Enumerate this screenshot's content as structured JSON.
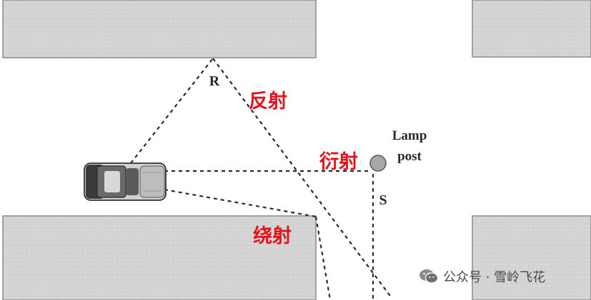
{
  "labels": {
    "reflection_point": "R",
    "reflection": "反射",
    "diffraction": "衍射",
    "detour": "绕射",
    "lamp_post_line1": "Lamp",
    "lamp_post_line2": "post",
    "scatter_point": "S"
  },
  "watermark": {
    "text": "公众号 · 雪岭飞花",
    "icon": "wechat-icon"
  },
  "colors": {
    "building": "#d4d4d4",
    "building_edge": "#8a8a8a",
    "path": "#2b2b2b",
    "lamp": "#a8a8a8",
    "annotation": "#e0141b"
  }
}
